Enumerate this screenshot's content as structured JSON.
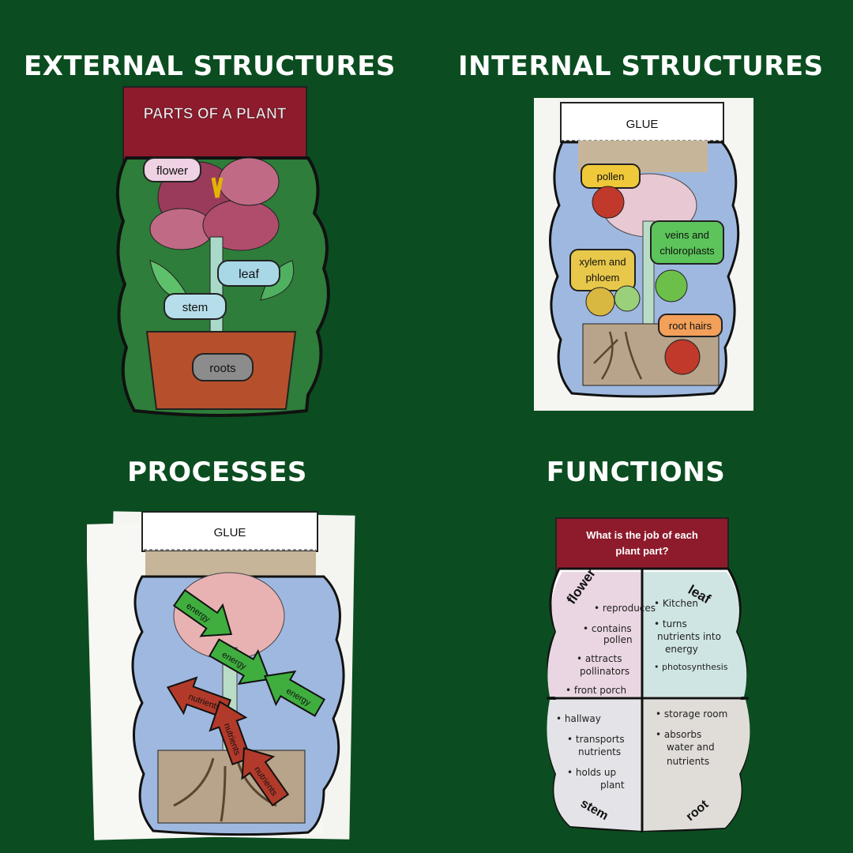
{
  "headings": {
    "external": "EXTERNAL STRUCTURES",
    "internal": "INTERNAL STRUCTURES",
    "processes": "PROCESSES",
    "functions": "FUNCTIONS"
  },
  "external": {
    "title": "PARTS OF A PLANT",
    "labels": {
      "flower": "flower",
      "leaf": "leaf",
      "stem": "stem",
      "roots": "roots"
    }
  },
  "internal": {
    "glue": "GLUE",
    "labels": {
      "pollen": "pollen",
      "veins_l1": "veins and",
      "veins_l2": "chloroplasts",
      "xylem_l1": "xylem and",
      "xylem_l2": "phloem",
      "root_hairs": "root hairs"
    }
  },
  "processes": {
    "glue": "GLUE",
    "arrows": [
      "energy",
      "energy",
      "energy",
      "nutrients",
      "nutrients",
      "nutrients"
    ]
  },
  "functions": {
    "question_l1": "What is the job of each",
    "question_l2": "plant part?",
    "quadrants": {
      "flower": {
        "label": "flower",
        "notes": [
          "• reproduces",
          "• contains",
          "pollen",
          "• attracts",
          "pollinators",
          "• front porch"
        ]
      },
      "leaf": {
        "label": "leaf",
        "notes": [
          "• Kitchen",
          "• turns",
          "nutrients into",
          "energy",
          "• photosynthesis"
        ]
      },
      "stem": {
        "label": "stem",
        "notes": [
          "• hallway",
          "• transports",
          "nutrients",
          "• holds up",
          "plant"
        ]
      },
      "root": {
        "label": "root",
        "notes": [
          "• storage room",
          "• absorbs",
          "water and",
          "nutrients"
        ]
      }
    }
  },
  "colors": {
    "background": "#0b4d20",
    "heading": "#ffffff",
    "title_band": "#8e1b2c",
    "leaf_green": "#2e8b3e",
    "sky_blue": "#9fb8df",
    "pot": "#b6502c",
    "soil": "#b8a48a",
    "energy_arrow": "#3fae3f",
    "nutrients_arrow": "#b23a2a"
  }
}
